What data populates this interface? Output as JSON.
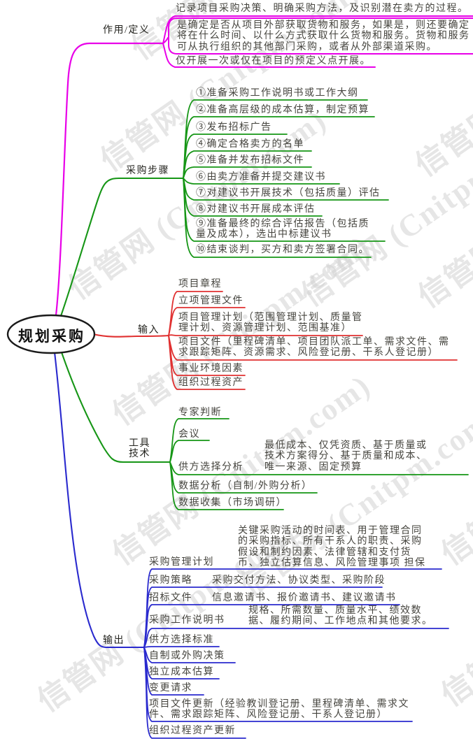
{
  "center": {
    "title": "规划采购"
  },
  "watermark": {
    "text": "信管网 (Cnitpm.com)"
  },
  "colors": {
    "definition_branch": "#e800e8",
    "steps_branch": "#169616",
    "inputs_branch": "#e03030",
    "tools_branch": "#169616",
    "outputs_branch": "#2a2ace",
    "center_border": "#1a1a1a",
    "watermark_gray": "#d2d2d2"
  },
  "definition": {
    "label": "作用/定义",
    "items": [
      "记录项目采购决策、明确采购方法，及识别潜在卖方的过程。",
      "是确定是否从项目外部获取货物和服务，如果是，则还要确定\n将在什么时间、以什么方式获取什么货物和服务。货物和服务\n可从执行组织的其他部门采购，或者从外部渠道采购。",
      "仅开展一次或仅在项目的预定义点开展。"
    ]
  },
  "steps": {
    "label": "采购步骤",
    "items": [
      "①准备采购工作说明书或工作大纲",
      "②准备高层级的成本估算，制定预算",
      "③发布招标广告",
      "④确定合格卖方的名单",
      "⑤准备并发布招标文件",
      "⑥由卖方准备并提交建议书",
      "⑦对建议书开展技术（包括质量）评估",
      "⑧对建议书开展成本评估",
      "⑨准备最终的综合评估报告（包括质\n量及成本），选出中标建议书",
      "⑩结束谈判，买方和卖方签署合同。"
    ]
  },
  "inputs": {
    "label": "输入",
    "items": [
      "项目章程",
      "立项管理文件",
      "项目管理计划（范围管理计划、质量管\n理计划、资源管理计划、范围基准）",
      "项目文件（里程碑清单、项目团队派工单、需求文件、需\n求跟踪矩阵、资源需求、风险登记册、干系人登记册）",
      "事业环境因素",
      "组织过程资产"
    ]
  },
  "tools": {
    "label": "工具\n技术",
    "items": [
      {
        "text": "专家判断",
        "detail": ""
      },
      {
        "text": "会议",
        "detail": ""
      },
      {
        "text": "供方选择分析",
        "detail": "最低成本、仅凭资质、基于质量或\n技术方案得分、基于质量和成本、\n唯一来源、固定预算"
      },
      {
        "text": "数据分析（自制/外购分析）",
        "detail": ""
      },
      {
        "text": "数据收集（市场调研）",
        "detail": ""
      }
    ]
  },
  "outputs": {
    "label": "输出",
    "items": [
      {
        "text": "采购管理计划",
        "detail": "关键采购活动的时间表、用于管理合同\n的采购指标、所有干系人的职责、采购\n假设和制约因素、法律管辖和支付货\n币、独立估算信息、风险管理事项 担保"
      },
      {
        "text": "采购策略",
        "detail": "采购交付方法、协议类型、采购阶段"
      },
      {
        "text": "招标文件",
        "detail": "信息邀请书、报价邀请书、建议邀请书"
      },
      {
        "text": "采购工作说明书",
        "detail": "规格、所需数量、质量水平、绩效数\n据、履约期间、工作地点和其他要求。"
      },
      {
        "text": "供方选择标准",
        "detail": ""
      },
      {
        "text": "自制或外购决策",
        "detail": ""
      },
      {
        "text": "独立成本估算",
        "detail": ""
      },
      {
        "text": "变更请求",
        "detail": ""
      },
      {
        "text": "项目文件更新（经验教训登记册、里程碑清单、需求文\n件、需求跟踪矩阵、风险登记册、干系人登记册）",
        "detail": ""
      },
      {
        "text": "组织过程资产更新",
        "detail": ""
      }
    ]
  }
}
